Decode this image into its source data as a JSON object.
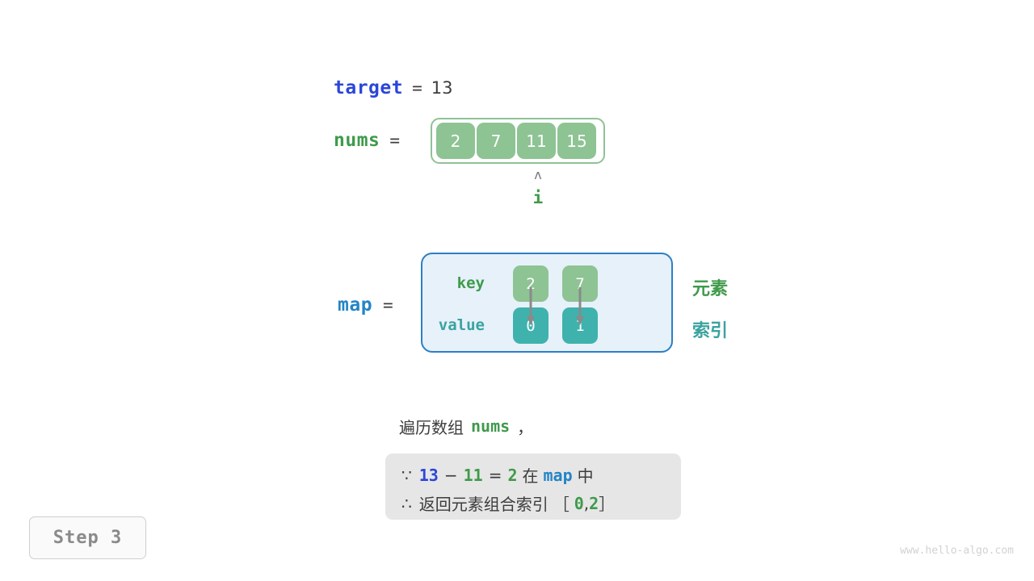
{
  "target": {
    "name": "target",
    "equals": "=",
    "value": "13"
  },
  "nums": {
    "name": "nums",
    "equals": "=",
    "cells": [
      "2",
      "7",
      "11",
      "15"
    ],
    "pointer": {
      "caret": "ʌ",
      "label": "i",
      "index": 2
    }
  },
  "map": {
    "name": "map",
    "equals": "=",
    "row_labels": {
      "key": "key",
      "value": "value"
    },
    "keys": [
      "2",
      "7"
    ],
    "values": [
      "0",
      "1"
    ],
    "side_labels": {
      "element": "元素",
      "index": "索引"
    }
  },
  "caption": {
    "prefix": "遍历数组",
    "keyword": "nums",
    "suffix": "，"
  },
  "note": {
    "line1": {
      "symbol": "∵",
      "a": "13",
      "minus": "−",
      "b": "11",
      "eq": "=",
      "c": "2",
      "in": "在",
      "map": "map",
      "tail": "中"
    },
    "line2": {
      "symbol": "∴",
      "text": "返回元素组合索引",
      "bracket_open": "［",
      "i0": "0",
      "comma": ",",
      "i1": "2",
      "bracket_close": "］"
    }
  },
  "step_badge": "Step 3",
  "watermark": "www.hello-algo.com",
  "colors": {
    "target_blue": "#2b46d9",
    "nums_green": "#3f9a4b",
    "map_blue": "#2484c6",
    "cell_green": "#8ec394",
    "cell_teal": "#3fb2ae",
    "map_fill": "#e6f1fa",
    "map_border": "#2d7fc4",
    "note_bg": "#e6e6e6",
    "arrow_gray": "#8a8a8a"
  }
}
